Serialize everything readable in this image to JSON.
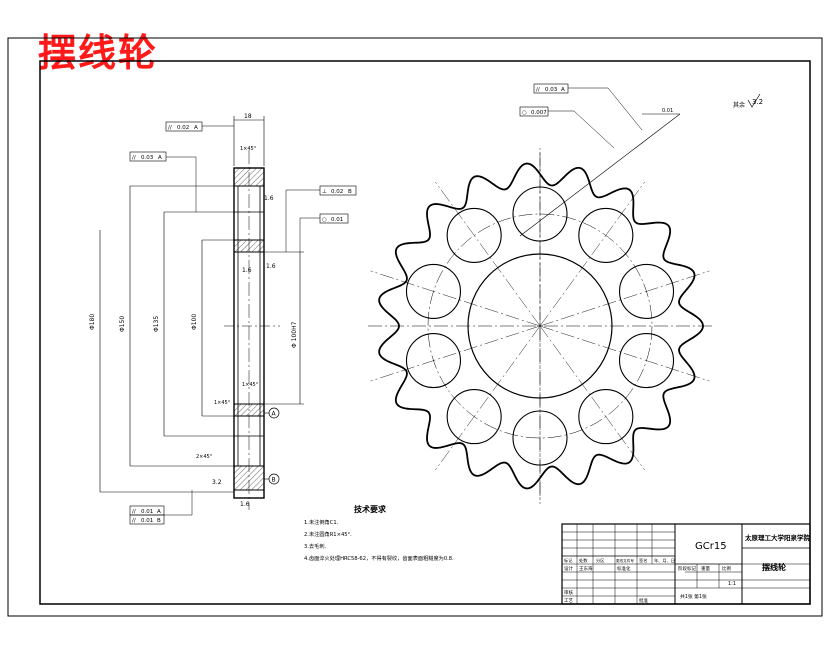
{
  "watermark_title": "摆线轮",
  "material": "GCr15",
  "school": "太原理工大学阳泉学院",
  "part_name": "摆线轮",
  "technical_requirements": {
    "title": "技术要求",
    "items": [
      "1.未注倒角C1.",
      "2.未注圆角R1×45°.",
      "3.去毛刺.",
      "4.齿面淬火处理HRC58-62，不得有裂纹，齿面表面粗糙度为0.8."
    ]
  },
  "title_block": {
    "row_labels": [
      "标记",
      "处数",
      "分区",
      "更改文件号",
      "签名",
      "年、月、日"
    ],
    "designer": "设计",
    "designer_name": "王东海",
    "standardize": "标准化",
    "review": "审核",
    "process": "工艺",
    "approve": "批准",
    "stage_headers": [
      "阶段标记",
      "重量",
      "比例"
    ],
    "scale": "1:1",
    "sheet_text": "共1张 第1张"
  },
  "roughness": {
    "general": "3.2",
    "label": "其余"
  },
  "gdt": {
    "side_parallel_top": [
      "//",
      "0.02",
      "A"
    ],
    "side_parallel_mid": [
      "//",
      "0.03",
      "A"
    ],
    "side_perp": [
      "⊥",
      "0.02",
      "B"
    ],
    "side_circ": [
      "○",
      "0.01"
    ],
    "bottom_left_1": [
      "//",
      "0.01",
      "A"
    ],
    "bottom_left_2": [
      "//",
      "0.01",
      "B"
    ],
    "front_parallel": [
      "//",
      "0.03",
      "A"
    ],
    "front_circ": [
      "○",
      "0.007"
    ]
  },
  "dimensions": {
    "width": "18",
    "chamfer_top": "1×45°",
    "chamfer_mid": "1×45°",
    "chamfer_low": "1×45°",
    "chamfer_bottom": "2×45°",
    "overall_dia": "Φ180",
    "dia_2": "Φ150",
    "dia_3": "Φ135",
    "dia_4": "Φ100",
    "bore": "Φ 100H7",
    "leader_front": "0.01",
    "datum_A": "A",
    "datum_B": "B",
    "rough_1": "1.6",
    "rough_2": "1.6",
    "rough_3": "1.6",
    "rough_4": "3.2",
    "rough_5": "1.6"
  }
}
